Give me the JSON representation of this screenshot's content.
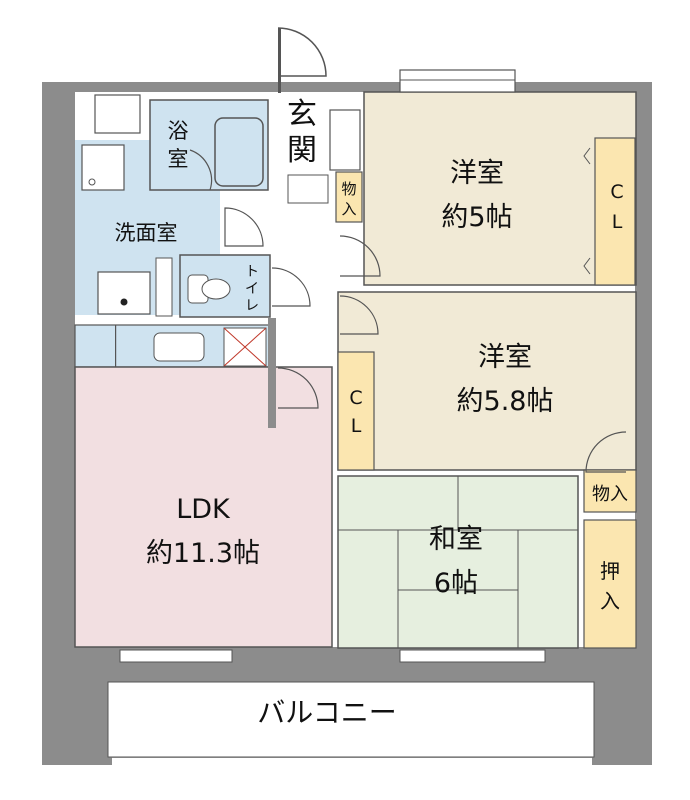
{
  "rooms": {
    "bath": {
      "name_top": "浴",
      "name_bottom": "室"
    },
    "entrance": {
      "name_top": "玄",
      "name_bottom": "関"
    },
    "storage_entrance": {
      "name_top": "物",
      "name_bottom": "入"
    },
    "washroom": {
      "name": "洗面室"
    },
    "toilet": {
      "name_top": "ト",
      "name_mid": "イ",
      "name_bottom": "レ"
    },
    "western_1": {
      "name": "洋室",
      "size": "約5帖"
    },
    "western_1_closet": {
      "name_top": "C",
      "name_bottom": "L"
    },
    "western_2": {
      "name": "洋室",
      "size": "約5.8帖"
    },
    "western_2_closet": {
      "name_top": "C",
      "name_bottom": "L"
    },
    "storage_mid": {
      "name": "物入"
    },
    "ldk": {
      "name": "LDK",
      "size": "約11.3帖"
    },
    "japanese": {
      "name": "和室",
      "size": "6帖"
    },
    "oshiire": {
      "name_top": "押",
      "name_bottom": "入"
    },
    "balcony": {
      "name": "バルコニー"
    }
  },
  "colors": {
    "wall": "#8c8c8c",
    "wet_area": "#cfe3f0",
    "western_room": "#f1ead6",
    "closet": "#fbe6b0",
    "ldk": "#f2dfe1",
    "japanese_room": "#e6efdf",
    "line": "#555555"
  }
}
